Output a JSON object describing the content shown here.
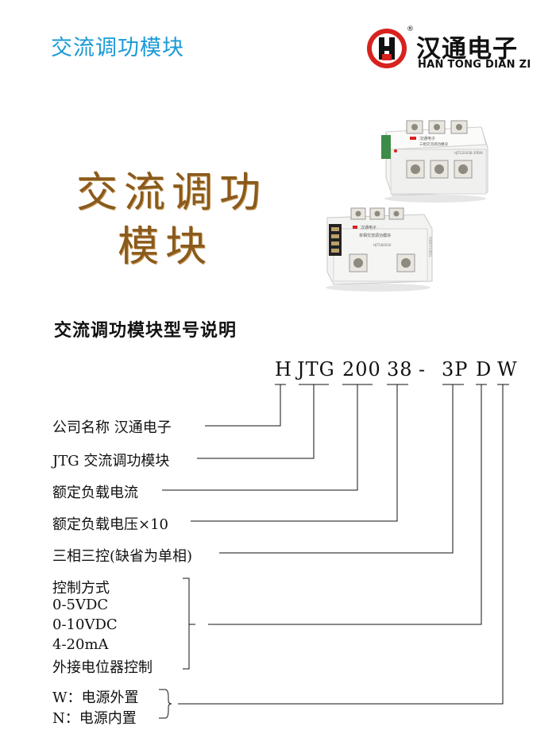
{
  "header": {
    "title": "交流调功模块",
    "title_color": "#1a9ad7",
    "logo": {
      "cn": "汉通电子",
      "en": "HAN TONG DIAN ZI",
      "reg": "®",
      "accent_color": "#d7231e"
    }
  },
  "hero": {
    "line1": "交流调功",
    "line2": "模块",
    "color": "#8a5a1c"
  },
  "product_images": {
    "three_phase": {
      "brand": "汉通电子",
      "label": "三相交流调功模块",
      "model": "HJTG20038-3PDW"
    },
    "single_phase": {
      "brand": "汉通电子",
      "label": "单相交流调功模块",
      "model": "HJTG80020",
      "side_text": "HANTONG"
    }
  },
  "model_section": {
    "title": "交流调功模块型号说明",
    "code_parts": [
      "H",
      "JTG",
      "200",
      "38",
      "-",
      "3P",
      "D",
      "W"
    ],
    "descriptions": [
      {
        "text": "公司名称 汉通电子"
      },
      {
        "text": "JTG 交流调功模块"
      },
      {
        "text": "额定负载电流"
      },
      {
        "text": "额定负载电压×10"
      },
      {
        "text": "三相三控(缺省为单相)"
      }
    ],
    "control_group": {
      "lines": [
        "控制方式",
        "0-5VDC",
        "0-10VDC",
        "4-20mA",
        "外接电位器控制"
      ]
    },
    "power_group": {
      "lines": [
        "W：电源外置",
        "N：电源内置"
      ]
    }
  }
}
